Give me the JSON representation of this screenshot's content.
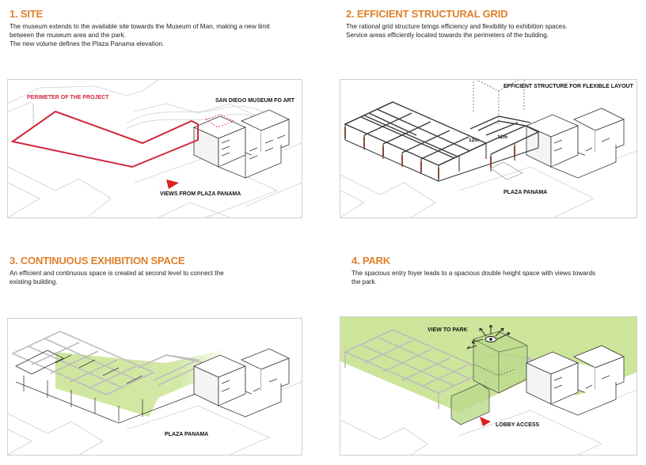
{
  "panels": [
    {
      "title": "1. SITE",
      "lines": [
        "The museum extends to the available site towards the Museum of Man, making a new limit",
        "between the museum area and the park.",
        "The new volume defines the Plaza Panama elevation."
      ],
      "labels": {
        "perimeter": "PERIMETER OF THE PROJECT",
        "museum": "SAN DIEGO MUSEUM FO ART",
        "views": "VIEWS FROM PLAZA PANAMA"
      }
    },
    {
      "title": "2. EFFICIENT STRUCTURAL GRID",
      "lines": [
        "The rational grid structure brings efficiency and flexibility to exhibition spaces.",
        "Service areas efficiently located towards the perimeters of the building."
      ],
      "labels": {
        "dim1": "12m",
        "dim2": "12m",
        "efficient": "EFFICIENT STRUCTURE FOR FLEXIBLE LAYOUT",
        "plaza": "PLAZA PANAMA"
      }
    },
    {
      "title": "3. CONTINUOUS EXHIBITION SPACE",
      "lines": [
        "An efficient and continuous space is created at second level to connect the",
        "existing building."
      ],
      "labels": {
        "plaza": "PLAZA PANAMA"
      }
    },
    {
      "title": "4. PARK",
      "lines": [
        "The spacious entry foyer leads to a spacious double height space with views towards",
        "the park."
      ],
      "labels": {
        "view": "VIEW TO PARK",
        "lobby": "LOBBY ACCESS"
      }
    }
  ],
  "colors": {
    "title": "#e0802a",
    "perimeter": "#d0283c",
    "green": "#cde59a",
    "green_dark": "#9cc65a",
    "frame": "#cfcfcf"
  }
}
